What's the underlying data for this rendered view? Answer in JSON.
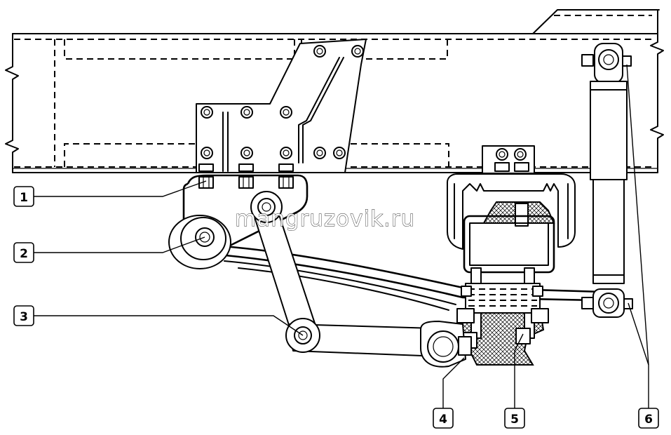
{
  "watermark": "mangruzovik.ru",
  "callouts": [
    {
      "id": "1",
      "label": "1"
    },
    {
      "id": "2",
      "label": "2"
    },
    {
      "id": "3",
      "label": "3"
    },
    {
      "id": "4",
      "label": "4"
    },
    {
      "id": "5",
      "label": "5"
    },
    {
      "id": "6",
      "label": "6"
    }
  ]
}
